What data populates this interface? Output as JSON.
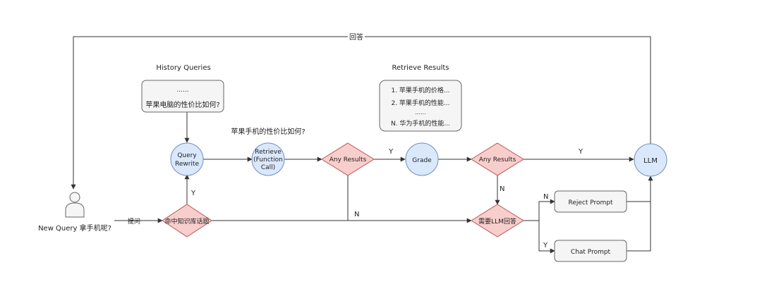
{
  "diagram": {
    "top_loop_label": "回答",
    "history_title": "History Queries",
    "history_box": {
      "line1": "......",
      "line2": "苹果电脑的性价比如何?"
    },
    "rewritten_query": "苹果手机的性价比如何?",
    "retrieve_results_title": "Retrieve Results",
    "results_box": {
      "line1": "1. 苹果手机的价格...",
      "line2": "2. 苹果手机的性能...",
      "line3": "......",
      "line4": "N. 华为手机的性能..."
    },
    "user_label": "New Query 拿手机呢?",
    "ask_label": "提问",
    "hit_kb_decision": "命中知识库话题",
    "query_rewrite": {
      "line1": "Query",
      "line2": "Rewrite"
    },
    "retrieve": {
      "line1": "Retrieve",
      "line2": "(Function",
      "line3": "Call)"
    },
    "any_results_1": "Any Results",
    "grade": "Grade",
    "any_results_2": "Any Results",
    "llm": "LLM",
    "need_llm_decision": "需要LLM回答",
    "reject_prompt": "Reject Prompt",
    "chat_prompt": "Chat Prompt",
    "edge_labels": {
      "hit_yes": "Y",
      "results1_yes": "Y",
      "results1_no": "N",
      "results2_yes": "Y",
      "results2_no": "N",
      "need_no": "N",
      "need_yes": "Y"
    },
    "colors": {
      "circle_fill": "#dae8fc",
      "circle_stroke": "#6c8ebf",
      "diamond_fill": "#f8cecc",
      "diamond_stroke": "#b85450",
      "box_fill": "#f5f5f5",
      "box_stroke": "#666666",
      "line": "#333333"
    }
  }
}
